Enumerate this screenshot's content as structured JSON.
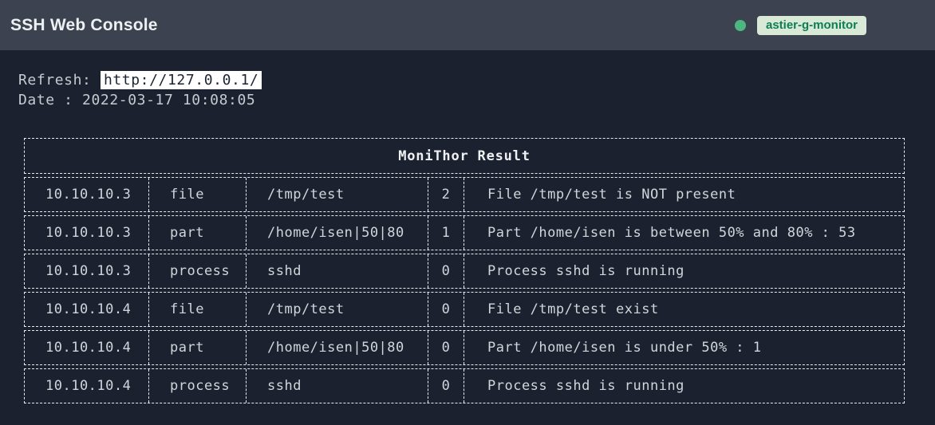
{
  "header": {
    "title": "SSH Web Console",
    "status": {
      "dot_color": "#4db783",
      "badge_label": "astier-g-monitor",
      "badge_bg": "#d8e9d8",
      "badge_text_color": "#0d7d52"
    }
  },
  "info": {
    "refresh_label": "Refresh: ",
    "refresh_url": "http://127.0.0.1/",
    "date_line": "Date : 2022-03-17 10:08:05"
  },
  "table": {
    "title": "MoniThor Result",
    "rows": [
      [
        "10.10.10.3",
        "file",
        "/tmp/test",
        "2",
        "File /tmp/test is NOT present"
      ],
      [
        "10.10.10.3",
        "part",
        "/home/isen|50|80",
        "1",
        "Part /home/isen is between 50% and 80% : 53"
      ],
      [
        "10.10.10.3",
        "process",
        "sshd",
        "0",
        "Process sshd is running"
      ],
      [
        "10.10.10.4",
        "file",
        "/tmp/test",
        "0",
        "File /tmp/test exist"
      ],
      [
        "10.10.10.4",
        "part",
        "/home/isen|50|80",
        "0",
        "Part /home/isen is under 50% : 1"
      ],
      [
        "10.10.10.4",
        "process",
        "sshd",
        "0",
        "Process sshd is running"
      ]
    ]
  },
  "colors": {
    "page_bg": "#1b212e",
    "header_bg": "#3c424f",
    "table_border": "#e9ebee",
    "table_text": "#d2d6db",
    "info_text": "#c7cbd1",
    "url_bg": "#ffffff",
    "url_text": "#1b2430"
  }
}
